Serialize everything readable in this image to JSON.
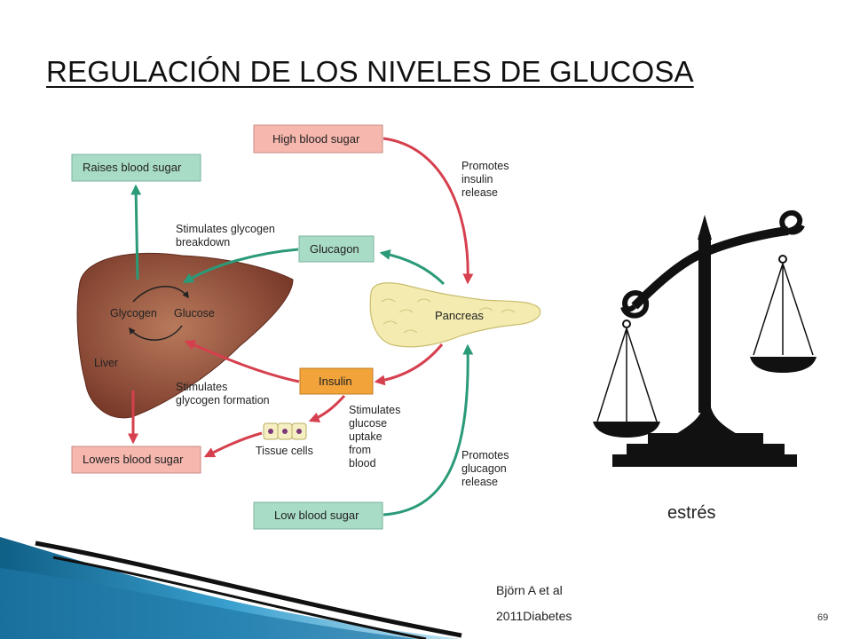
{
  "slide": {
    "title": "REGULACIÓN DE LOS NIVELES DE GLUCOSA",
    "balance_label": "estrés",
    "citation_line1": "Björn A et al",
    "citation_line2": "2011Diabetes",
    "page_number": "69"
  },
  "diagram": {
    "boxes": {
      "high_blood_sugar": "High blood sugar",
      "raises_blood_sugar": "Raises blood sugar",
      "glucagon": "Glucagon",
      "insulin": "Insulin",
      "lowers_blood_sugar": "Lowers blood sugar",
      "low_blood_sugar": "Low blood sugar"
    },
    "organs": {
      "pancreas": "Pancreas",
      "liver": "Liver",
      "glycogen": "Glycogen",
      "glucose": "Glucose",
      "tissue_cells": "Tissue cells"
    },
    "annotations": {
      "promotes_insulin": [
        "Promotes",
        "insulin",
        "release"
      ],
      "stimulates_breakdown": [
        "Stimulates glycogen",
        "breakdown"
      ],
      "stimulates_formation": [
        "Stimulates",
        "glycogen formation"
      ],
      "stimulates_uptake": [
        "Stimulates",
        "glucose",
        "uptake",
        "from",
        "blood"
      ],
      "promotes_glucagon": [
        "Promotes",
        "glucagon",
        "release"
      ]
    },
    "colors": {
      "red_box": "#f5b7ae",
      "green_box": "#a9dcc6",
      "orange_box": "#f2a33a",
      "red_arrow": "#d6404e",
      "green_arrow": "#2a9a78",
      "liver": "#8e4a37",
      "pancreas": "#f3ebb0"
    }
  }
}
